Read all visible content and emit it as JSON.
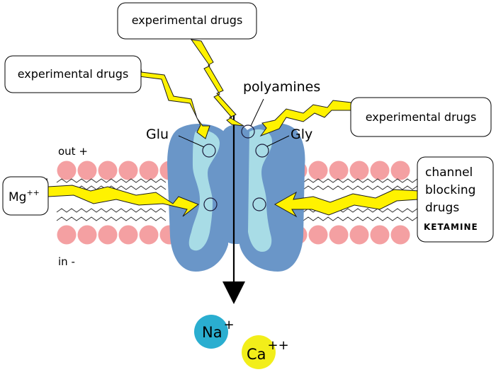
{
  "labels": {
    "drugs_top": "experimental drugs",
    "drugs_left": "experimental drugs",
    "drugs_right": "experimental drugs",
    "polyamines": "polyamines",
    "glu": "Glu",
    "gly": "Gly",
    "out": "out +",
    "in": "in -",
    "mg": "Mg",
    "mg_charge": "++",
    "channel_line1": "channel",
    "channel_line2": "blocking",
    "channel_line3": "drugs",
    "ketamine": "KETAMINE",
    "na": "Na",
    "na_charge": "+",
    "ca": "Ca",
    "ca_charge": "++"
  },
  "colors": {
    "lipid_head": "#f4a0a2",
    "protein_dark": "#6a96c8",
    "protein_light": "#a8dce6",
    "bolt": "#fff200",
    "na_ion": "#2aaed0",
    "ca_ion": "#f2ee1a",
    "arrow": "#000000"
  }
}
